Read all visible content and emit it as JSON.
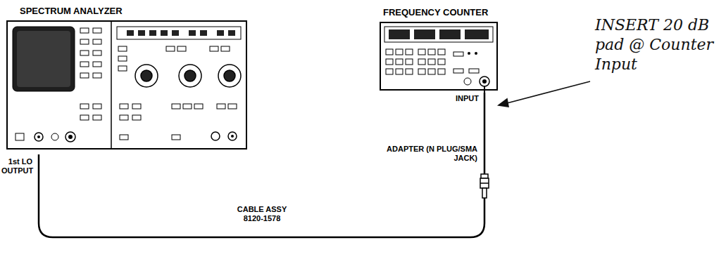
{
  "diagram": {
    "nodes": [
      {
        "text": [
          "SPECTRUM ANALYZER"
        ]
      },
      {
        "text": [
          "FREQUENCY COUNTER"
        ]
      }
    ],
    "edges": [
      {
        "from": 0,
        "to": 1,
        "arrow": "none",
        "label": "CABLE ASSY 8120-1578"
      }
    ],
    "labels": [
      "1st LO OUTPUT",
      "INPUT",
      "ADAPTER (N PLUG/SMA JACK)",
      "INSERT 20 dB pad @ Counter Input"
    ]
  }
}
